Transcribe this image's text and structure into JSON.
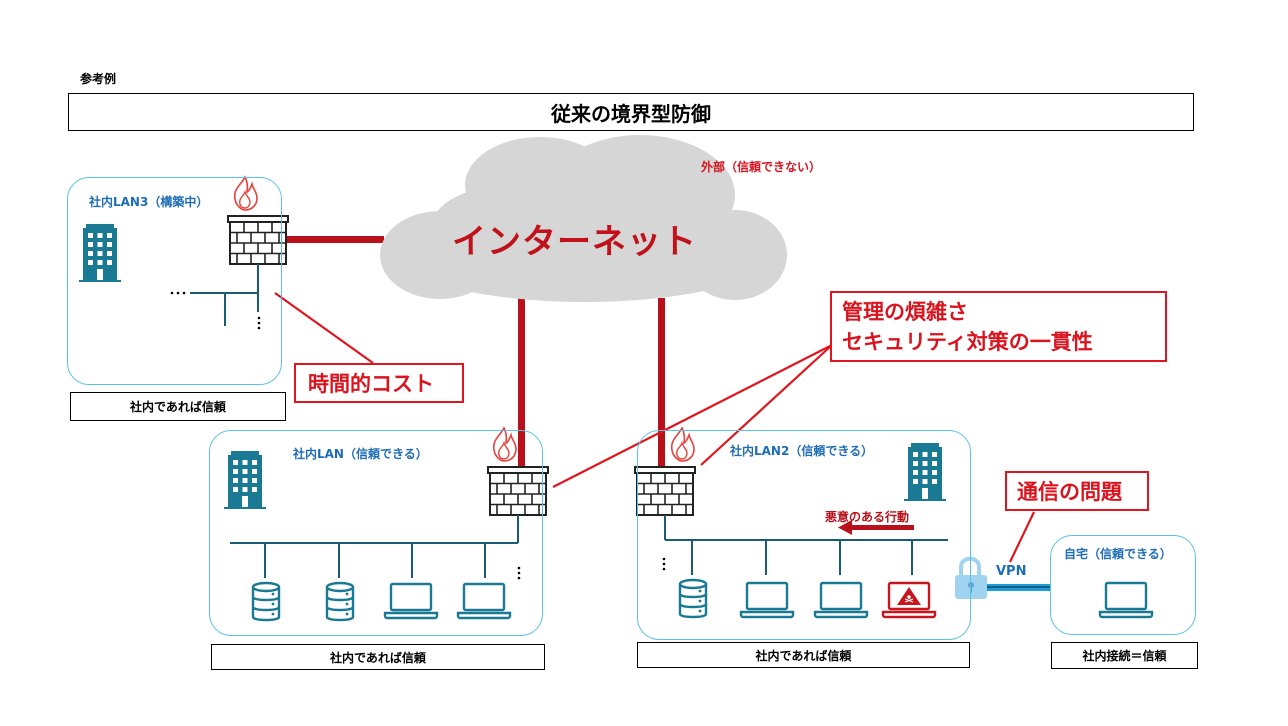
{
  "reference_label": "参考例",
  "title": "従来の境界型防御",
  "internet": {
    "label": "インターネット",
    "outside_label": "外部（信頼できない）"
  },
  "lans": [
    {
      "title": "社内LAN3（構築中）",
      "caption": "社内であれば信頼"
    },
    {
      "title": "社内LAN（信頼できる）",
      "caption": "社内であれば信頼"
    },
    {
      "title": "社内LAN2（信頼できる）",
      "caption": "社内であれば信頼",
      "malicious_label": "悪意のある行動"
    }
  ],
  "home": {
    "title": "自宅（信頼できる）",
    "caption": "社内接続＝信頼",
    "vpn_label": "VPN"
  },
  "callouts": {
    "time_cost": "時間的コスト",
    "management_line1": "管理の煩雑さ",
    "management_line2": "セキュリティ対策の一貫性",
    "communication": "通信の問題"
  },
  "colors": {
    "accent_red": "#d9141e",
    "line_red": "#b8111b",
    "lan_blue": "#1f6db5",
    "border_cyan": "#5bc0e8",
    "icon_teal": "#1a7a94",
    "cloud_gray": "#d6d6d6"
  },
  "icons": [
    "building-icon",
    "firewall-icon",
    "fire-icon",
    "server-icon",
    "laptop-icon",
    "malware-laptop-icon",
    "padlock-icon"
  ]
}
